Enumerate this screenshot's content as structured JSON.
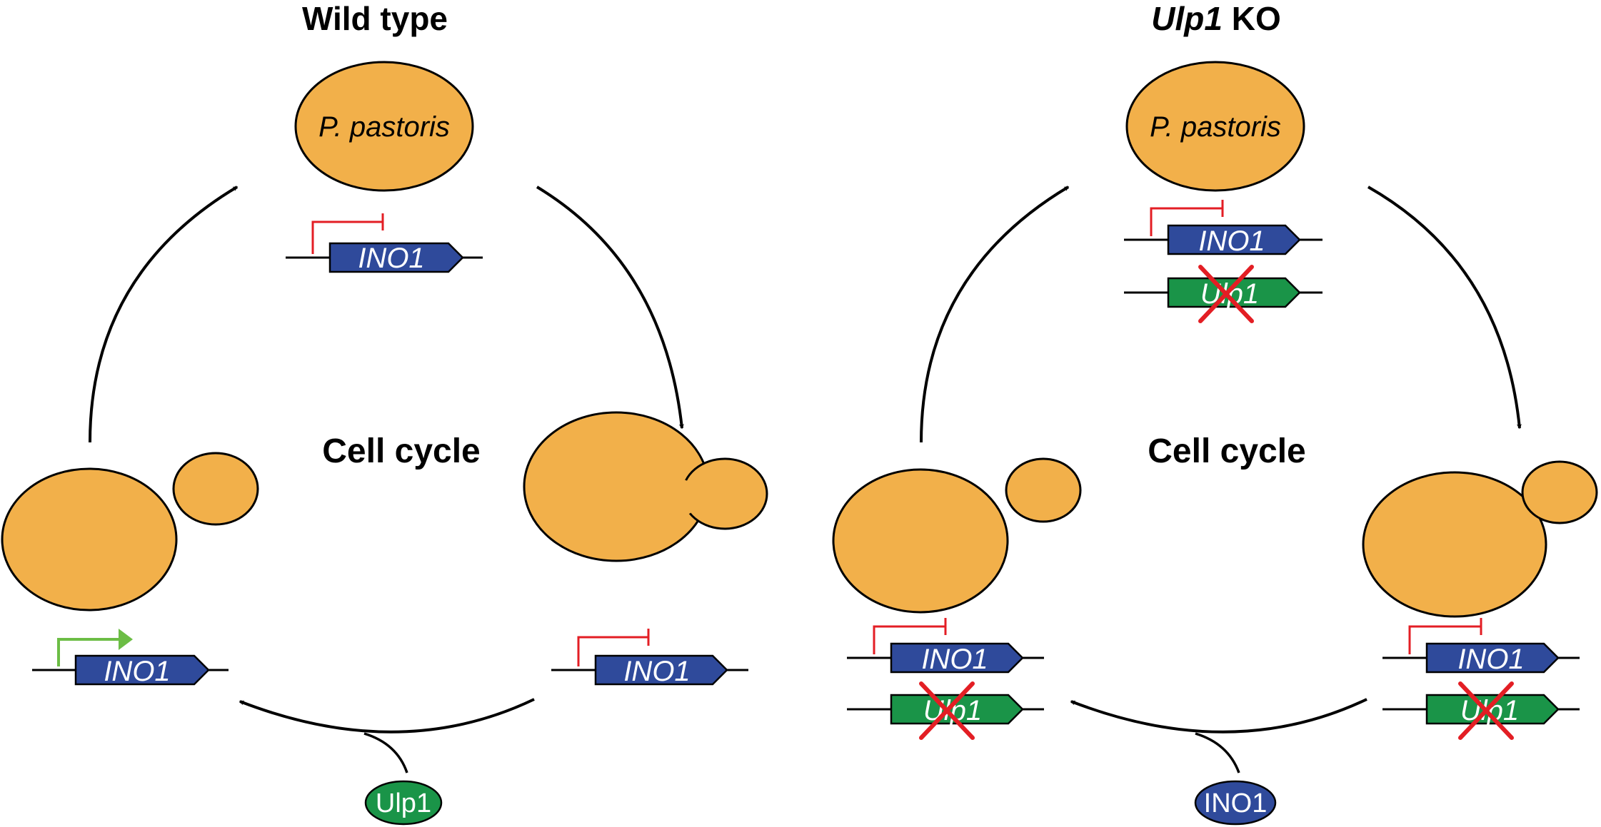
{
  "colors": {
    "cell": "#f2b04a",
    "ino1_gene": "#2f4a9b",
    "ulp1_gene": "#1a9448",
    "repression": "#e31e24",
    "activation": "#6cbd45",
    "arrow": "#000000"
  },
  "left_panel": {
    "title": "Wild type",
    "cell_label": "P. pastoris",
    "center_label": "Cell cycle",
    "gene_top": "INO1",
    "gene_right": "INO1",
    "gene_left": "INO1",
    "regulator": "Ulp1"
  },
  "right_panel": {
    "title_italic": "Ulp1",
    "title_rest": " KO",
    "cell_label": "P. pastoris",
    "center_label": "Cell cycle",
    "gene_top_1": "INO1",
    "gene_top_2": "Ulp1",
    "gene_right_1": "INO1",
    "gene_right_2": "Ulp1",
    "gene_left_1": "INO1",
    "gene_left_2": "Ulp1",
    "regulator": "INO1"
  }
}
